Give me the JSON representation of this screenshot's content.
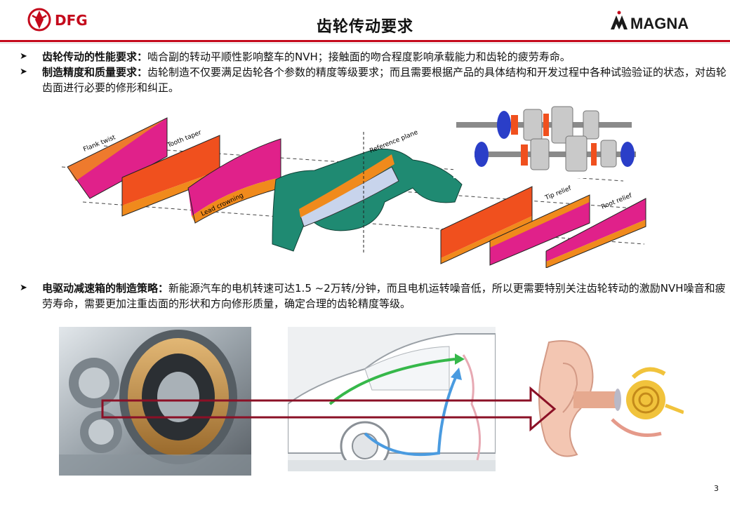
{
  "header": {
    "logo_text": "DFG",
    "title": "齿轮传动要求",
    "brand_text": "MAGNA"
  },
  "bullets": [
    {
      "lead": "齿轮传动的性能要求：",
      "text": "啮合副的转动平顺性影响整车的NVH；接触面的吻合程度影响承载能力和齿轮的疲劳寿命。"
    },
    {
      "lead": "制造精度和质量要求：",
      "text": "齿轮制造不仅要满足齿轮各个参数的精度等级要求；而且需要根据产品的具体结构和开发过程中各种试验验证的状态，对齿轮齿面进行必要的修形和纠正。"
    },
    {
      "lead": "电驱动减速箱的制造策略：",
      "text": "新能源汽车的电机转速可达1.5 ~2万转/分钟，而且电机运转噪音低，所以更需要特别关注齿轮转动的激励NVH噪音和疲劳寿命，需要更加注重齿面的形状和方向修形质量，确定合理的齿轮精度等级。"
    }
  ],
  "diagram_labels": {
    "flank_twist": "Flank twist",
    "tooth_taper": "Tooth taper",
    "lead_crowning": "Lead crowning",
    "reference_plane": "Reference plane",
    "tip_relief": "Tip relief",
    "root_relief": "Root relief"
  },
  "colors": {
    "accent_red": "#c40a1c",
    "magenta": "#e0218a",
    "orange": "#f08a1c",
    "orange_red": "#f0501e",
    "teal": "#1f8a72",
    "arrow_border": "#8b1026"
  },
  "page_number": "3"
}
